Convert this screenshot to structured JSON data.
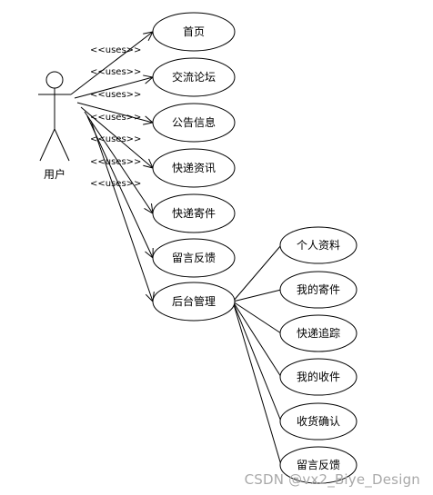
{
  "actor": {
    "label": "用户"
  },
  "uses_label": "<<uses>>",
  "main_use_cases": [
    {
      "id": "home",
      "label": "首页"
    },
    {
      "id": "forum",
      "label": "交流论坛"
    },
    {
      "id": "notice",
      "label": "公告信息"
    },
    {
      "id": "news",
      "label": "快递资讯"
    },
    {
      "id": "send",
      "label": "快递寄件"
    },
    {
      "id": "feedback",
      "label": "留言反馈"
    },
    {
      "id": "admin",
      "label": "后台管理"
    }
  ],
  "admin_use_cases": [
    {
      "id": "profile",
      "label": "个人资料"
    },
    {
      "id": "my-send",
      "label": "我的寄件"
    },
    {
      "id": "tracking",
      "label": "快递追踪"
    },
    {
      "id": "my-receive",
      "label": "我的收件"
    },
    {
      "id": "confirm",
      "label": "收货确认"
    },
    {
      "id": "feedback2",
      "label": "留言反馈"
    }
  ],
  "watermark": "CSDN @vx2_Biye_Design"
}
